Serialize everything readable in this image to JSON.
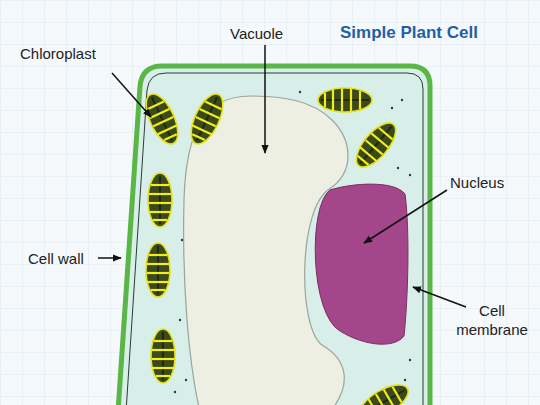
{
  "diagram": {
    "title": "Simple Plant Cell",
    "labels": [
      "Chloroplast",
      "Vacuole",
      "Nucleus",
      "Cell wall",
      "Cell membrane"
    ]
  }
}
